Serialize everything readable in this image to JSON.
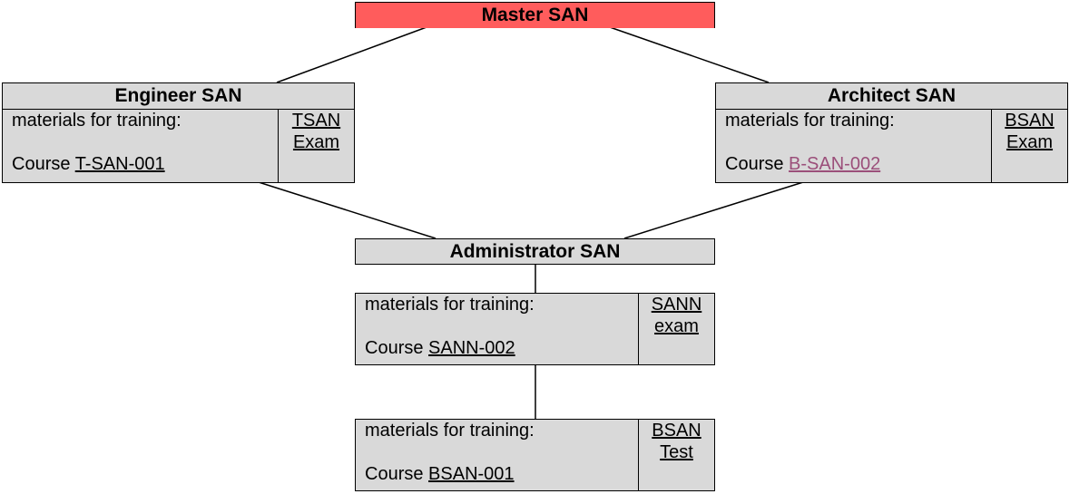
{
  "master": {
    "title": "Master SAN"
  },
  "engineer": {
    "title": "Engineer SAN",
    "materials_label": "materials for training:",
    "course_prefix": "Course",
    "course_link": "T-SAN-001",
    "exam_line1": "TSAN",
    "exam_line2": "Exam"
  },
  "architect": {
    "title": "Architect SAN",
    "materials_label": "materials for training:",
    "course_prefix": "Course",
    "course_link": "B-SAN-002",
    "exam_line1": "BSAN",
    "exam_line2": "Exam"
  },
  "administrator": {
    "title": "Administrator SAN",
    "level1": {
      "materials_label": "materials for training:",
      "course_prefix": "Course",
      "course_link": "SANN-002",
      "exam_line1": "SANN",
      "exam_line2": "exam"
    },
    "level2": {
      "materials_label": "materials for training:",
      "course_prefix": "Course",
      "course_link": "BSAN-001",
      "exam_line1": "BSAN",
      "exam_line2": "Test"
    }
  },
  "colors": {
    "master_header": "#ff5c5c",
    "box_fill": "#d9d9d9",
    "visited_link": "#9b4f7a"
  }
}
